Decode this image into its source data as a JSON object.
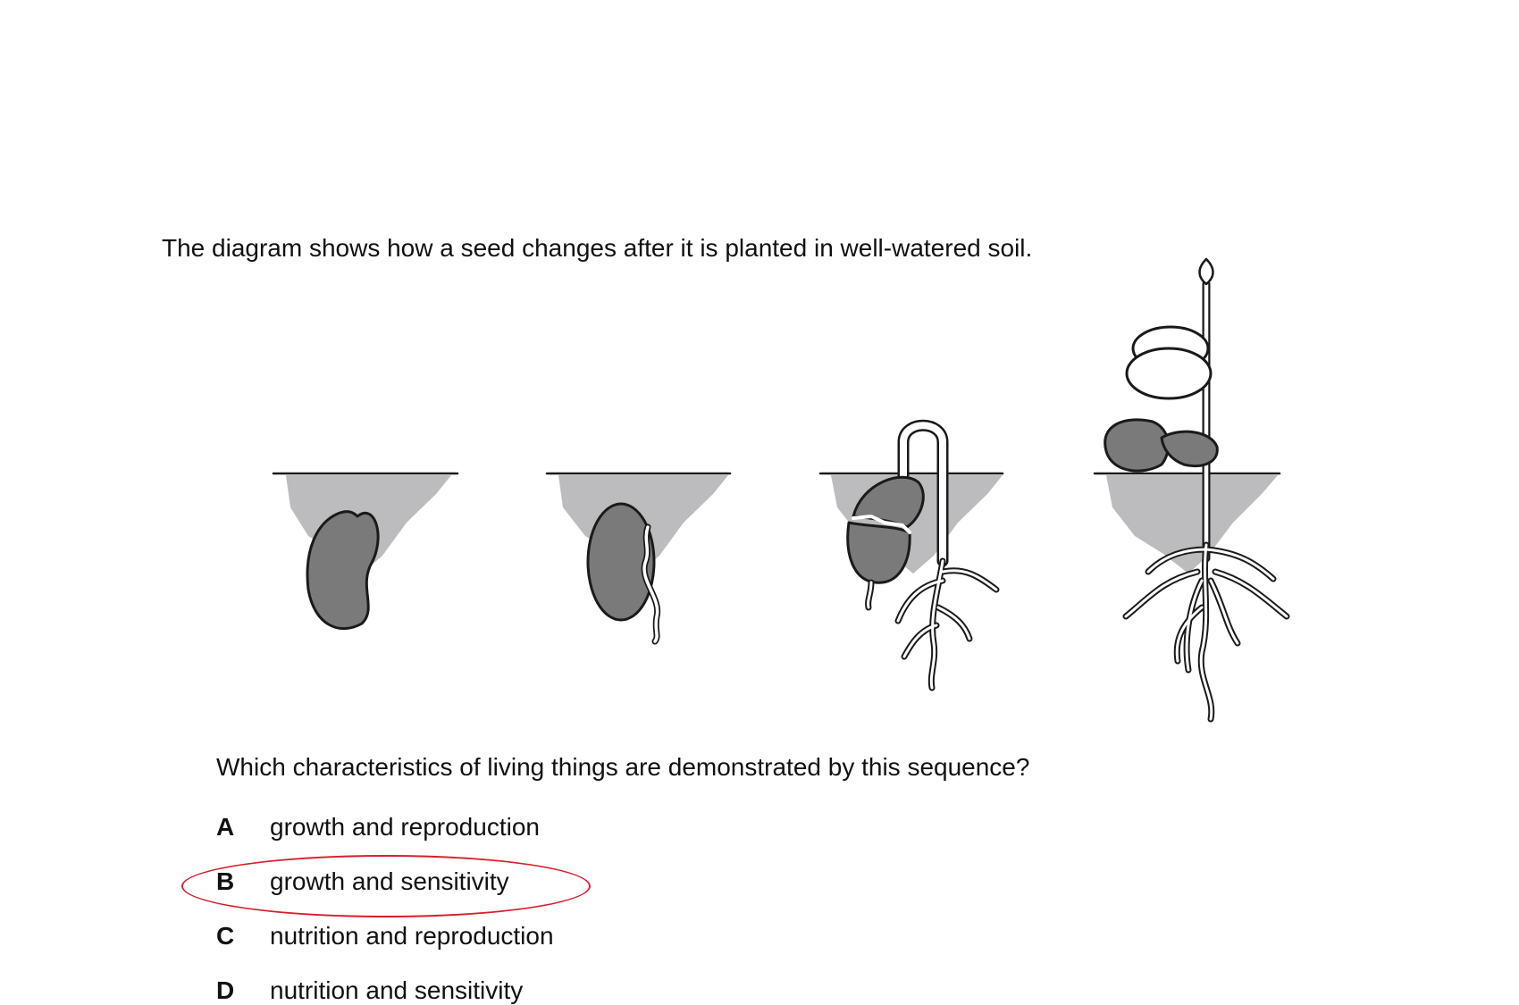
{
  "intro_text": "The diagram shows how a seed changes after it is planted in well-watered soil.",
  "question_text": "Which characteristics of living things are demonstrated by this sequence?",
  "options": [
    {
      "letter": "A",
      "text": "growth and reproduction"
    },
    {
      "letter": "B",
      "text": "growth and sensitivity"
    },
    {
      "letter": "C",
      "text": "nutrition and reproduction"
    },
    {
      "letter": "D",
      "text": "nutrition and sensitivity"
    }
  ],
  "selected_option": "B",
  "colors": {
    "soil": "#bcbcbe",
    "seed": "#7a7a7a",
    "outline": "#1a1a1a",
    "answer_ring": "#d81e2c"
  }
}
